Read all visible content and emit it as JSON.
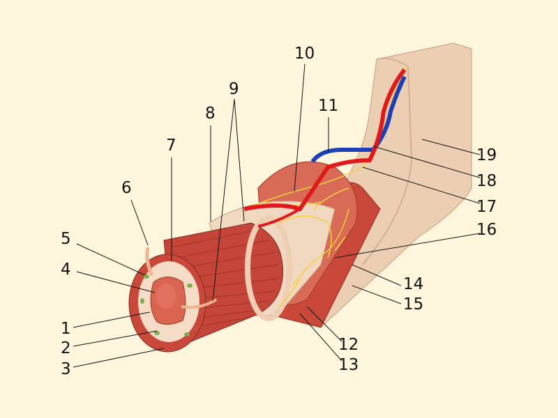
{
  "labels": [
    {
      "id": "1",
      "text": "1"
    },
    {
      "id": "2",
      "text": "2"
    },
    {
      "id": "3",
      "text": "3"
    },
    {
      "id": "4",
      "text": "4"
    },
    {
      "id": "5",
      "text": "5"
    },
    {
      "id": "6",
      "text": "6"
    },
    {
      "id": "7",
      "text": "7"
    },
    {
      "id": "8",
      "text": "8"
    },
    {
      "id": "9",
      "text": "9"
    },
    {
      "id": "10",
      "text": "10"
    },
    {
      "id": "11",
      "text": "11"
    },
    {
      "id": "12",
      "text": "12"
    },
    {
      "id": "13",
      "text": "13"
    },
    {
      "id": "14",
      "text": "14"
    },
    {
      "id": "15",
      "text": "15"
    },
    {
      "id": "16",
      "text": "16"
    },
    {
      "id": "17",
      "text": "17"
    },
    {
      "id": "18",
      "text": "18"
    },
    {
      "id": "19",
      "text": "19"
    }
  ],
  "colors": {
    "background": "#fdf6dd",
    "serosa": "#eecfb4",
    "muscle": "#c9483a",
    "artery": "#e01a1a",
    "vein": "#1d3fb8",
    "nerve": "#f2d33a"
  }
}
